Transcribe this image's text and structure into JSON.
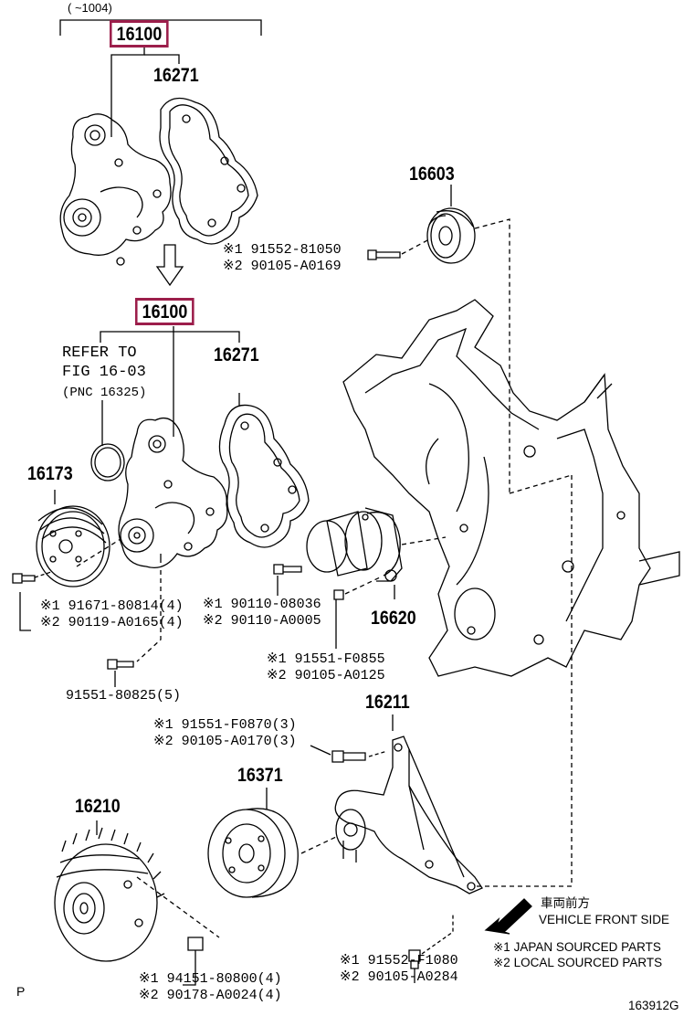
{
  "header_range": "(    ~1004)",
  "parts": {
    "p16100_top": "16100",
    "p16271_top": "16271",
    "p16603": "16603",
    "p16100_mid": "16100",
    "p16271_mid": "16271",
    "p16173": "16173",
    "p16620": "16620",
    "p16211": "16211",
    "p16371": "16371",
    "p16210": "16210"
  },
  "refer": {
    "line1": "REFER TO",
    "line2": "FIG 16-03",
    "line3": "(PNC 16325)"
  },
  "bolts": {
    "b_16603_1": "※1 91552-81050",
    "b_16603_2": "※2 90105-A0169",
    "b_16173_1": "※1 91671-80814(4)",
    "b_16173_2": "※2 90119-A0165(4)",
    "b_mid_1": "※1 90110-08036",
    "b_mid_2": "※2 90110-A0005",
    "b_16620_1": "※1 91551-F0855",
    "b_16620_2": "※2 90105-A0125",
    "b_80825": "91551-80825(5)",
    "b_16211_1": "※1 91551-F0870(3)",
    "b_16211_2": "※2 90105-A0170(3)",
    "b_16210_1": "※1 94151-80800(4)",
    "b_16210_2": "※2 90178-A0024(4)",
    "b_bottom_1": "※1 91552-F1080",
    "b_bottom_2": "※2 90105-A0284"
  },
  "front": {
    "jp": "車両前方",
    "en": "VEHICLE FRONT SIDE"
  },
  "legend": {
    "l1": "※1 JAPAN SOURCED PARTS",
    "l2": "※2 LOCAL SOURCED PARTS"
  },
  "corner_left": "P",
  "figure_id": "163912G",
  "colors": {
    "highlight_box": "#9c1e4b",
    "ink": "#000000"
  }
}
